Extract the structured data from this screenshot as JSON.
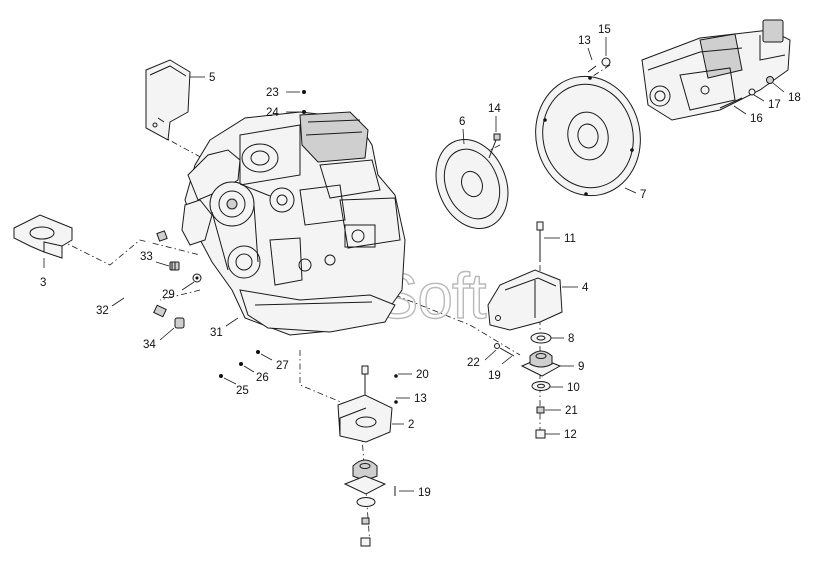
{
  "watermark": "AutoSoft",
  "callouts": [
    {
      "id": "c1",
      "label": "2"
    },
    {
      "id": "c2",
      "label": "3"
    },
    {
      "id": "c3",
      "label": "4"
    },
    {
      "id": "c4",
      "label": "5"
    },
    {
      "id": "c5",
      "label": "6"
    },
    {
      "id": "c6",
      "label": "7"
    },
    {
      "id": "c7",
      "label": "8"
    },
    {
      "id": "c8",
      "label": "9"
    },
    {
      "id": "c9",
      "label": "10"
    },
    {
      "id": "c10",
      "label": "11"
    },
    {
      "id": "c11",
      "label": "12"
    },
    {
      "id": "c12",
      "label": "13"
    },
    {
      "id": "c13",
      "label": "13"
    },
    {
      "id": "c14",
      "label": "14"
    },
    {
      "id": "c15",
      "label": "15"
    },
    {
      "id": "c16",
      "label": "16"
    },
    {
      "id": "c17",
      "label": "17"
    },
    {
      "id": "c18",
      "label": "18"
    },
    {
      "id": "c19",
      "label": "19"
    },
    {
      "id": "c20",
      "label": "19"
    },
    {
      "id": "c21",
      "label": "20"
    },
    {
      "id": "c22",
      "label": "21"
    },
    {
      "id": "c23",
      "label": "22"
    },
    {
      "id": "c24",
      "label": "23"
    },
    {
      "id": "c25",
      "label": "24"
    },
    {
      "id": "c26",
      "label": "25"
    },
    {
      "id": "c27",
      "label": "26"
    },
    {
      "id": "c28",
      "label": "27"
    },
    {
      "id": "c29",
      "label": "29"
    },
    {
      "id": "c30",
      "label": "31"
    },
    {
      "id": "c31",
      "label": "32"
    },
    {
      "id": "c32",
      "label": "33"
    },
    {
      "id": "c33",
      "label": "34"
    }
  ]
}
